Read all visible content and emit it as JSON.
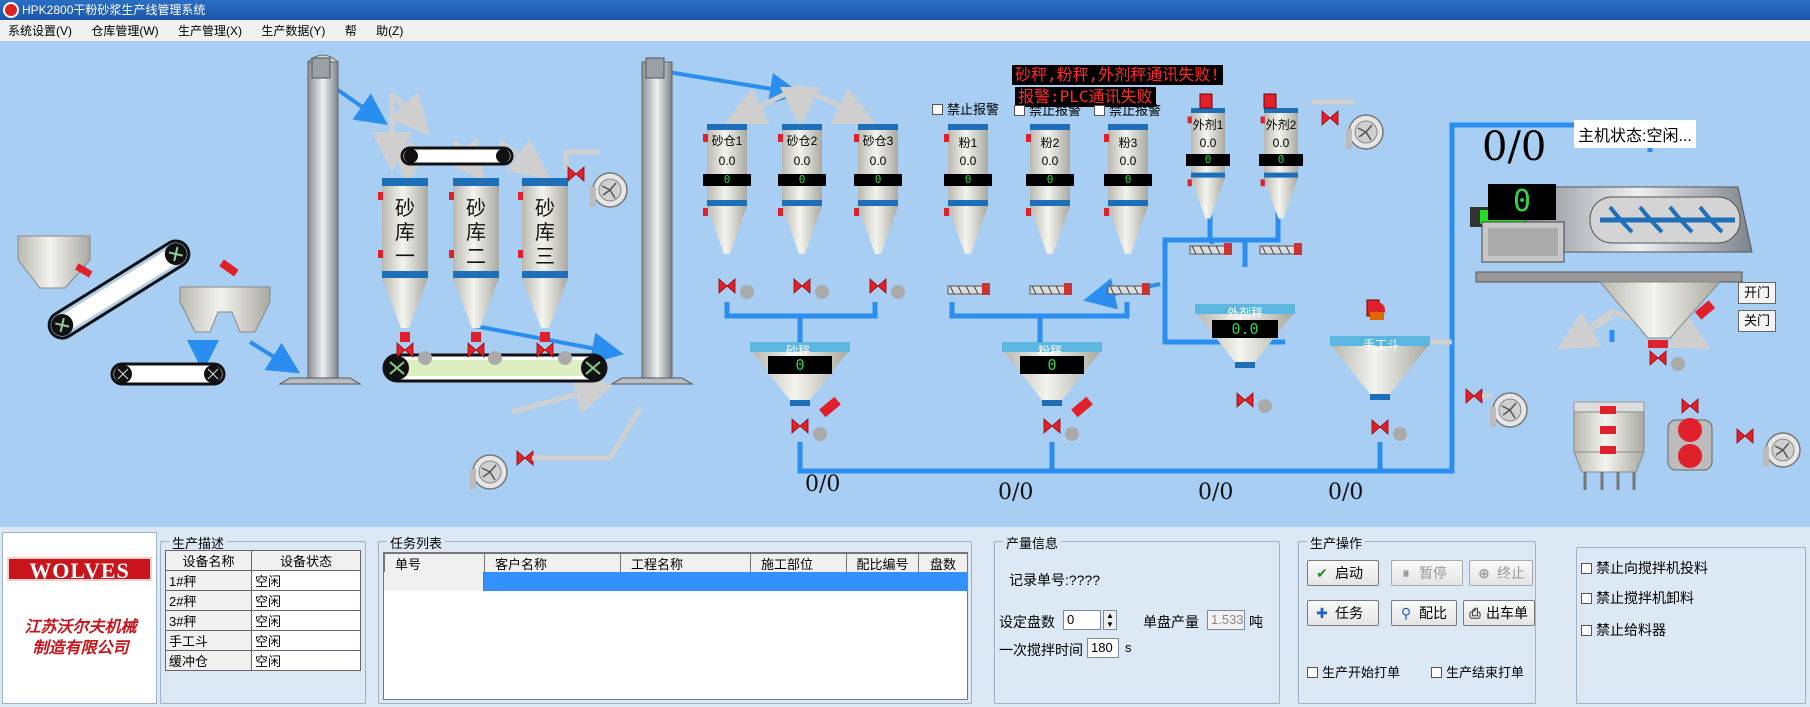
{
  "window": {
    "title": "HPK2800干粉砂浆生产线管理系统"
  },
  "menu": [
    {
      "label": "系统设置(V)"
    },
    {
      "label": "仓库管理(W)"
    },
    {
      "label": "生产管理(X)"
    },
    {
      "label": "生产数据(Y)"
    },
    {
      "label": "帮"
    },
    {
      "label": "助(Z)"
    }
  ],
  "alarms": {
    "line1": "砂秤,粉秤,外剂秤通讯失败!",
    "line2": "报警:PLC通讯失败"
  },
  "alarm_checkboxes": [
    {
      "label": "禁止报警",
      "checked": false
    },
    {
      "label": "禁止报警",
      "checked": false
    },
    {
      "label": "禁止报警",
      "checked": false
    }
  ],
  "sand_silos": [
    {
      "label": "砂库一"
    },
    {
      "label": "砂库二"
    },
    {
      "label": "砂库三"
    }
  ],
  "bins": [
    {
      "name": "砂仓1",
      "value": "0.0",
      "display": "0"
    },
    {
      "name": "砂仓2",
      "value": "0.0",
      "display": "0"
    },
    {
      "name": "砂仓3",
      "value": "0.0",
      "display": "0"
    },
    {
      "name": "粉1",
      "value": "0.0",
      "display": "0"
    },
    {
      "name": "粉2",
      "value": "0.0",
      "display": "0"
    },
    {
      "name": "粉3",
      "value": "0.0",
      "display": "0"
    },
    {
      "name": "外剂1",
      "value": "0.0",
      "display": "0"
    },
    {
      "name": "外剂2",
      "value": "0.0",
      "display": "0"
    }
  ],
  "scales": [
    {
      "name": "砂秤",
      "display": "0",
      "ratio": "0/0"
    },
    {
      "name": "粉秤",
      "display": "0",
      "ratio": "0/0"
    },
    {
      "name": "外剂秤",
      "display": "0.0",
      "ratio": "0/0"
    },
    {
      "name": "手工斗",
      "ratio": "0/0"
    }
  ],
  "mixer": {
    "ratio": "0/0",
    "display": "0",
    "status": "主机状态:空闲...",
    "open_label": "开门",
    "close_label": "关门"
  },
  "production_desc": {
    "title": "生产描述",
    "headers": [
      "设备名称",
      "设备状态"
    ],
    "rows": [
      [
        "1#秤",
        "空闲"
      ],
      [
        "2#秤",
        "空闲"
      ],
      [
        "3#秤",
        "空闲"
      ],
      [
        "手工斗",
        "空闲"
      ],
      [
        "缓冲仓",
        "空闲"
      ]
    ]
  },
  "logo": {
    "brand": "WOLVES",
    "company_line1": "江苏沃尔夫机械",
    "company_line2": "制造有限公司"
  },
  "task_list": {
    "title": "任务列表",
    "headers": [
      "单号",
      "客户名称",
      "工程名称",
      "施工部位",
      "配比编号",
      "盘数"
    ]
  },
  "output_info": {
    "title": "产量信息",
    "record_label": "记录单号:????",
    "batches_label": "设定盘数",
    "batches_value": "0",
    "unit_output_label": "单盘产量",
    "unit_output_value": "1.533",
    "unit": "吨",
    "mix_time_label": "一次搅拌时间",
    "mix_time_value": "180",
    "mix_time_unit": "s"
  },
  "operations": {
    "title": "生产操作",
    "start": "启动",
    "pause": "暂停",
    "stop": "终止",
    "task": "任务",
    "recipe": "配比",
    "ticket": "出车单",
    "print_start": "生产开始打单",
    "print_end": "生产结束打单"
  },
  "mixer_options": {
    "opt1": "禁止向搅拌机投料",
    "opt2": "禁止搅拌机卸料",
    "opt3": "禁止给料器"
  },
  "colors": {
    "pipe": "#2a8ef0",
    "chute": "#d2d2d2",
    "silo_band": "#1e6fb8",
    "valve": "#e0202a",
    "lcd_text": "#2fd14b",
    "alarm_text": "#ff2a2a",
    "brand_red": "#c8141a"
  }
}
